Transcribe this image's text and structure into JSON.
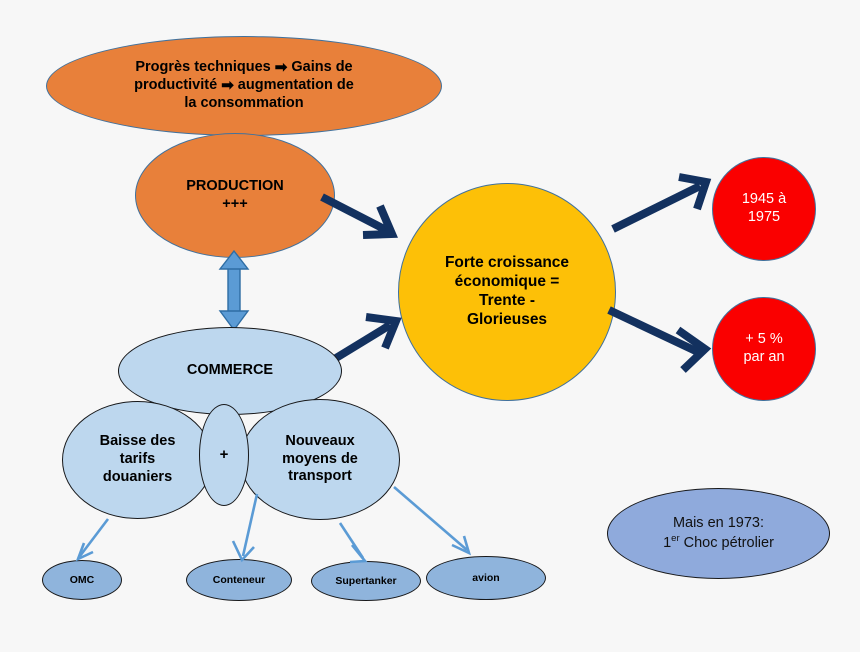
{
  "diagram": {
    "title": "Forte croissance economique - Trente Glorieuses",
    "background": "#f7f7f7",
    "colors": {
      "orange": "#E8803A",
      "yellow": "#FDC007",
      "red": "#FA0000",
      "light_blue": "#BDD7EE",
      "mid_blue": "#8FB4DC",
      "periwinkle": "#8FAADC",
      "navy_arrow": "#13315F",
      "thin_arrow": "#5B9BD5"
    },
    "nodes": {
      "progres": {
        "line1": "Progrès techniques",
        "arrow1": "➡",
        "line1b": "Gains de",
        "line2": "productivité",
        "arrow2": "➡",
        "line2b": "augmentation de",
        "line3": "la consommation"
      },
      "production": {
        "line1": "PRODUCTION",
        "line2": "+++"
      },
      "croissance": {
        "line1": "Forte croissance",
        "line2": "économique =",
        "line3": "Trente -",
        "line4": "Glorieuses"
      },
      "annees": {
        "line1": "1945 à",
        "line2": "1975"
      },
      "taux": {
        "line1": "+ 5 %",
        "line2": "par an"
      },
      "commerce": {
        "label": "COMMERCE"
      },
      "tarifs": {
        "line1": "Baisse des",
        "line2": "tarifs",
        "line3": "douaniers"
      },
      "plus": {
        "label": "+"
      },
      "transport": {
        "line1": "Nouveaux",
        "line2": "moyens de",
        "line3": "transport"
      },
      "omc": {
        "label": "OMC"
      },
      "conteneur": {
        "label": "Conteneur"
      },
      "supertanker": {
        "label": "Supertanker"
      },
      "avion": {
        "label": "avion"
      },
      "choc": {
        "line1": "Mais en 1973:",
        "line2_pre": "1",
        "line2_sup": "er",
        "line2_post": " Choc pétrolier"
      }
    },
    "connectors": [
      {
        "name": "production-to-croissance",
        "style": "thick-navy-arrow",
        "from": "production",
        "to": "croissance"
      },
      {
        "name": "commerce-to-croissance",
        "style": "thick-navy-arrow",
        "from": "commerce",
        "to": "croissance"
      },
      {
        "name": "croissance-to-annees",
        "style": "thick-navy-arrow",
        "from": "croissance",
        "to": "annees"
      },
      {
        "name": "croissance-to-taux",
        "style": "thick-navy-arrow",
        "from": "croissance",
        "to": "taux"
      },
      {
        "name": "production-commerce-bidirectional",
        "style": "blue-double-headed-arrow",
        "from": "production",
        "to": "commerce"
      },
      {
        "name": "tarifs-to-omc",
        "style": "thin-blue-arrow",
        "from": "tarifs",
        "to": "omc"
      },
      {
        "name": "transport-to-conteneur",
        "style": "thin-blue-arrow",
        "from": "transport",
        "to": "conteneur"
      },
      {
        "name": "transport-to-supertanker",
        "style": "thin-blue-arrow",
        "from": "transport",
        "to": "supertanker"
      },
      {
        "name": "transport-to-avion",
        "style": "thin-blue-arrow",
        "from": "transport",
        "to": "avion"
      }
    ]
  }
}
